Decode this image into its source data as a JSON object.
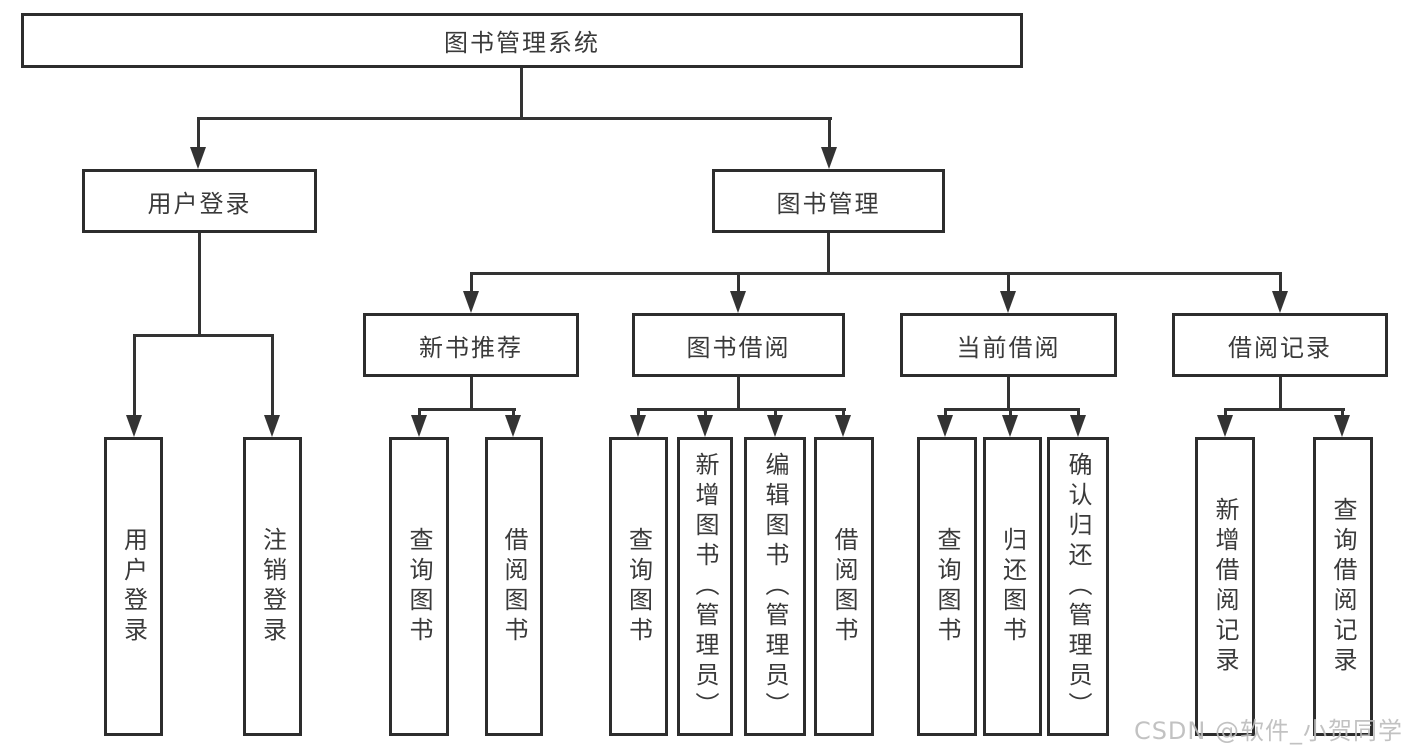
{
  "root": {
    "label": "图书管理系统"
  },
  "level2": [
    {
      "label": "用户登录"
    },
    {
      "label": "图书管理"
    }
  ],
  "level3": [
    {
      "label": "新书推荐"
    },
    {
      "label": "图书借阅"
    },
    {
      "label": "当前借阅"
    },
    {
      "label": "借阅记录"
    }
  ],
  "leaves": [
    {
      "label": "用户登录"
    },
    {
      "label": "注销登录"
    },
    {
      "label": "查询图书"
    },
    {
      "label": "借阅图书"
    },
    {
      "label": "查询图书"
    },
    {
      "label": "新增图书（管理员）"
    },
    {
      "label": "编辑图书（管理员）"
    },
    {
      "label": "借阅图书"
    },
    {
      "label": "查询图书"
    },
    {
      "label": "归还图书"
    },
    {
      "label": "确认归还（管理员）"
    },
    {
      "label": "新增借阅记录"
    },
    {
      "label": "查询借阅记录"
    }
  ],
  "watermark": "CSDN @软件_小贺同学",
  "colors": {
    "line": "#333333",
    "box_border": "#2d2d2d",
    "box_fill": "#ffffff",
    "text": "#3a3a3a",
    "watermark": "#bcbcbc"
  }
}
